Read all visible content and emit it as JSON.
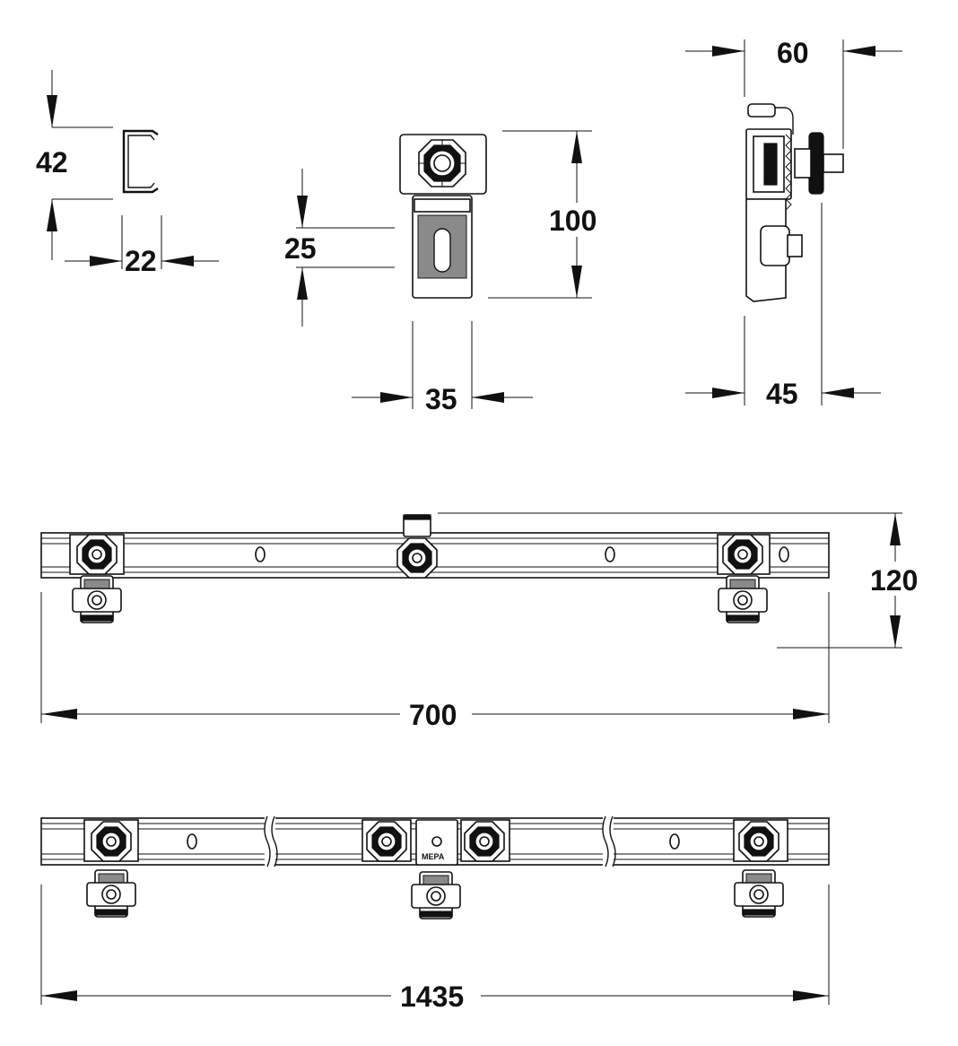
{
  "dimensions": {
    "channel_height": "42",
    "channel_width": "22",
    "clamp_slot": "25",
    "clamp_height": "100",
    "clamp_width": "35",
    "side_depth_top": "60",
    "side_depth_bottom": "45",
    "rail_height": "120",
    "short_rail_length": "700",
    "long_rail_length": "1435"
  },
  "brand_label": "MEPA"
}
